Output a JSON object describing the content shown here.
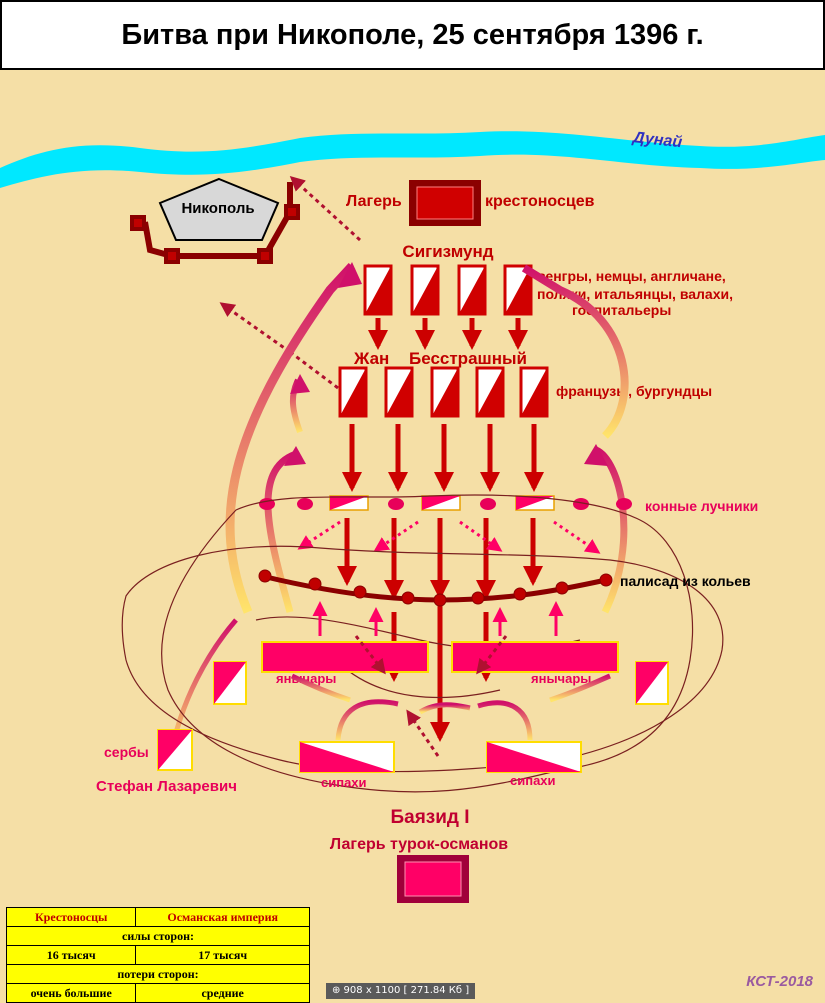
{
  "title": "Битва при Никополе, 25 сентября 1396 г.",
  "labels": {
    "river": "Дунай",
    "fortress": "Никополь",
    "crusader_camp_left": "Лагерь",
    "crusader_camp_right": "крестоносцев",
    "sigismund": "Сигизмунд",
    "sigismund_troops_1": "венгры, немцы, англичане,",
    "sigismund_troops_2": "поляки, итальянцы, валахи,",
    "sigismund_troops_3": "госпитальеры",
    "jean_1": "Жан",
    "jean_2": "Бесстрашный",
    "jean_troops": "французы, бургундцы",
    "horse_archers": "конные лучники",
    "palisade": "палисад из кольев",
    "janissaries_left": "янычары",
    "janissaries_right": "янычары",
    "serbs": "сербы",
    "stefan": "Стефан Лазаревич",
    "sipahi_left": "сипахи",
    "sipahi_right": "сипахи",
    "bayezid": "Баязид I",
    "ottoman_camp": "Лагерь турок-османов"
  },
  "legend": {
    "col_left": "Крестоносцы",
    "col_right": "Османская империя",
    "forces_label": "силы сторон:",
    "forces_left": "16 тысяч",
    "forces_right": "17 тысяч",
    "losses_label": "потери сторон:",
    "losses_left": "очень большие",
    "losses_right": "средние"
  },
  "status_bar": "⊕ 908 x 1100 [ 271.84 Кб ]",
  "signature": "КСТ-2018",
  "colors": {
    "background": "#f5dfa6",
    "river": "#00e8ff",
    "crusader": "#c00000",
    "ottoman": "#ff0066",
    "arrow": "#cc0000",
    "palisade": "#8b0000",
    "legend_bg": "#ffff00"
  }
}
